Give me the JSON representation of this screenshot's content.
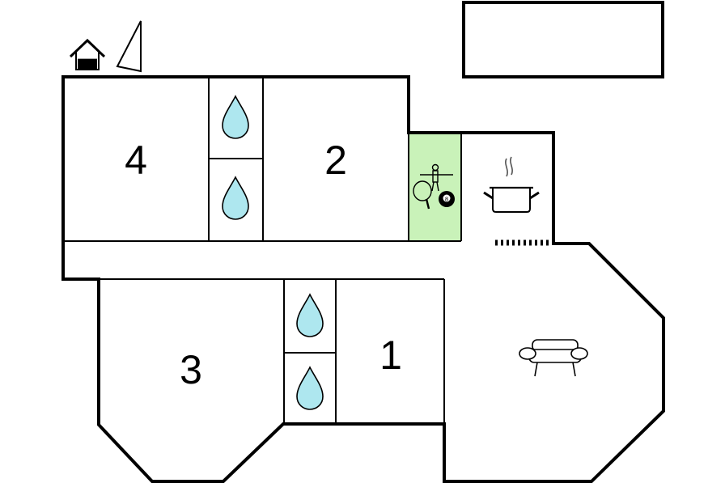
{
  "rooms": [
    {
      "id": "bedroom-4",
      "label": "4"
    },
    {
      "id": "bedroom-2",
      "label": "2"
    },
    {
      "id": "bedroom-3",
      "label": "3"
    },
    {
      "id": "bedroom-1",
      "label": "1"
    }
  ],
  "icons": {
    "house": "house-icon",
    "compass": "north-arrow-icon",
    "bathroom": "water-drop-icon",
    "games": "games-room-icon",
    "kitchen": "cooking-pot-icon",
    "living": "sofa-icon"
  },
  "colors": {
    "walls": "#000000",
    "water": "#aee7ef",
    "games_room": "#c9f2b9"
  }
}
